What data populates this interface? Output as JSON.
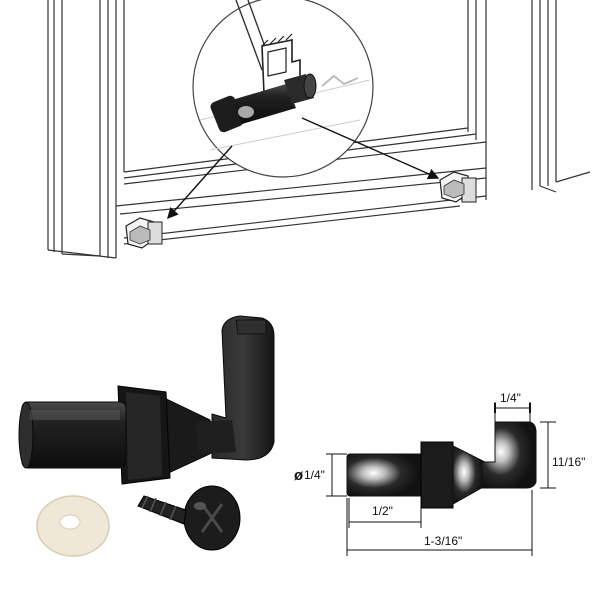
{
  "diagram": {
    "dimensions": {
      "tip_width": "1/4\"",
      "height": "11/16\"",
      "shaft_diameter_symbol": "ø",
      "shaft_diameter": "1/4\"",
      "shaft_length": "1/2\"",
      "overall_length": "1-3/16\""
    }
  },
  "colors": {
    "part": "#1c1c1c",
    "washer": "#efe8d8",
    "frame_line": "#333333",
    "background": "#ffffff"
  }
}
